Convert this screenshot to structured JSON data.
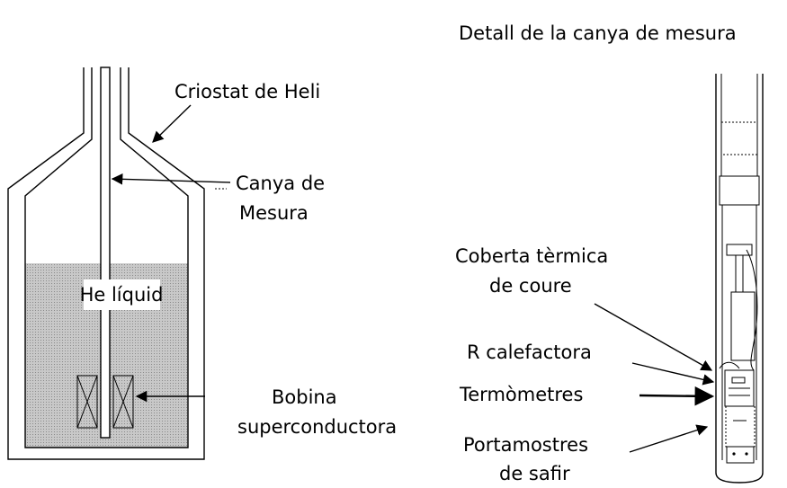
{
  "detail_title": "Detall de la canya de mesura",
  "labels": {
    "cryostat": "Criostat de Heli",
    "rod_line1": "Canya de",
    "rod_line2": "Mesura",
    "liquid_he": "He líquid",
    "coil_line1": "Bobina",
    "coil_line2": "superconductora",
    "shield_line1": "Coberta tèrmica",
    "shield_line2": "de coure",
    "heater": "R calefactora",
    "thermometers": "Termòmetres",
    "holder_line1": "Portamostres",
    "holder_line2": "de safir"
  }
}
